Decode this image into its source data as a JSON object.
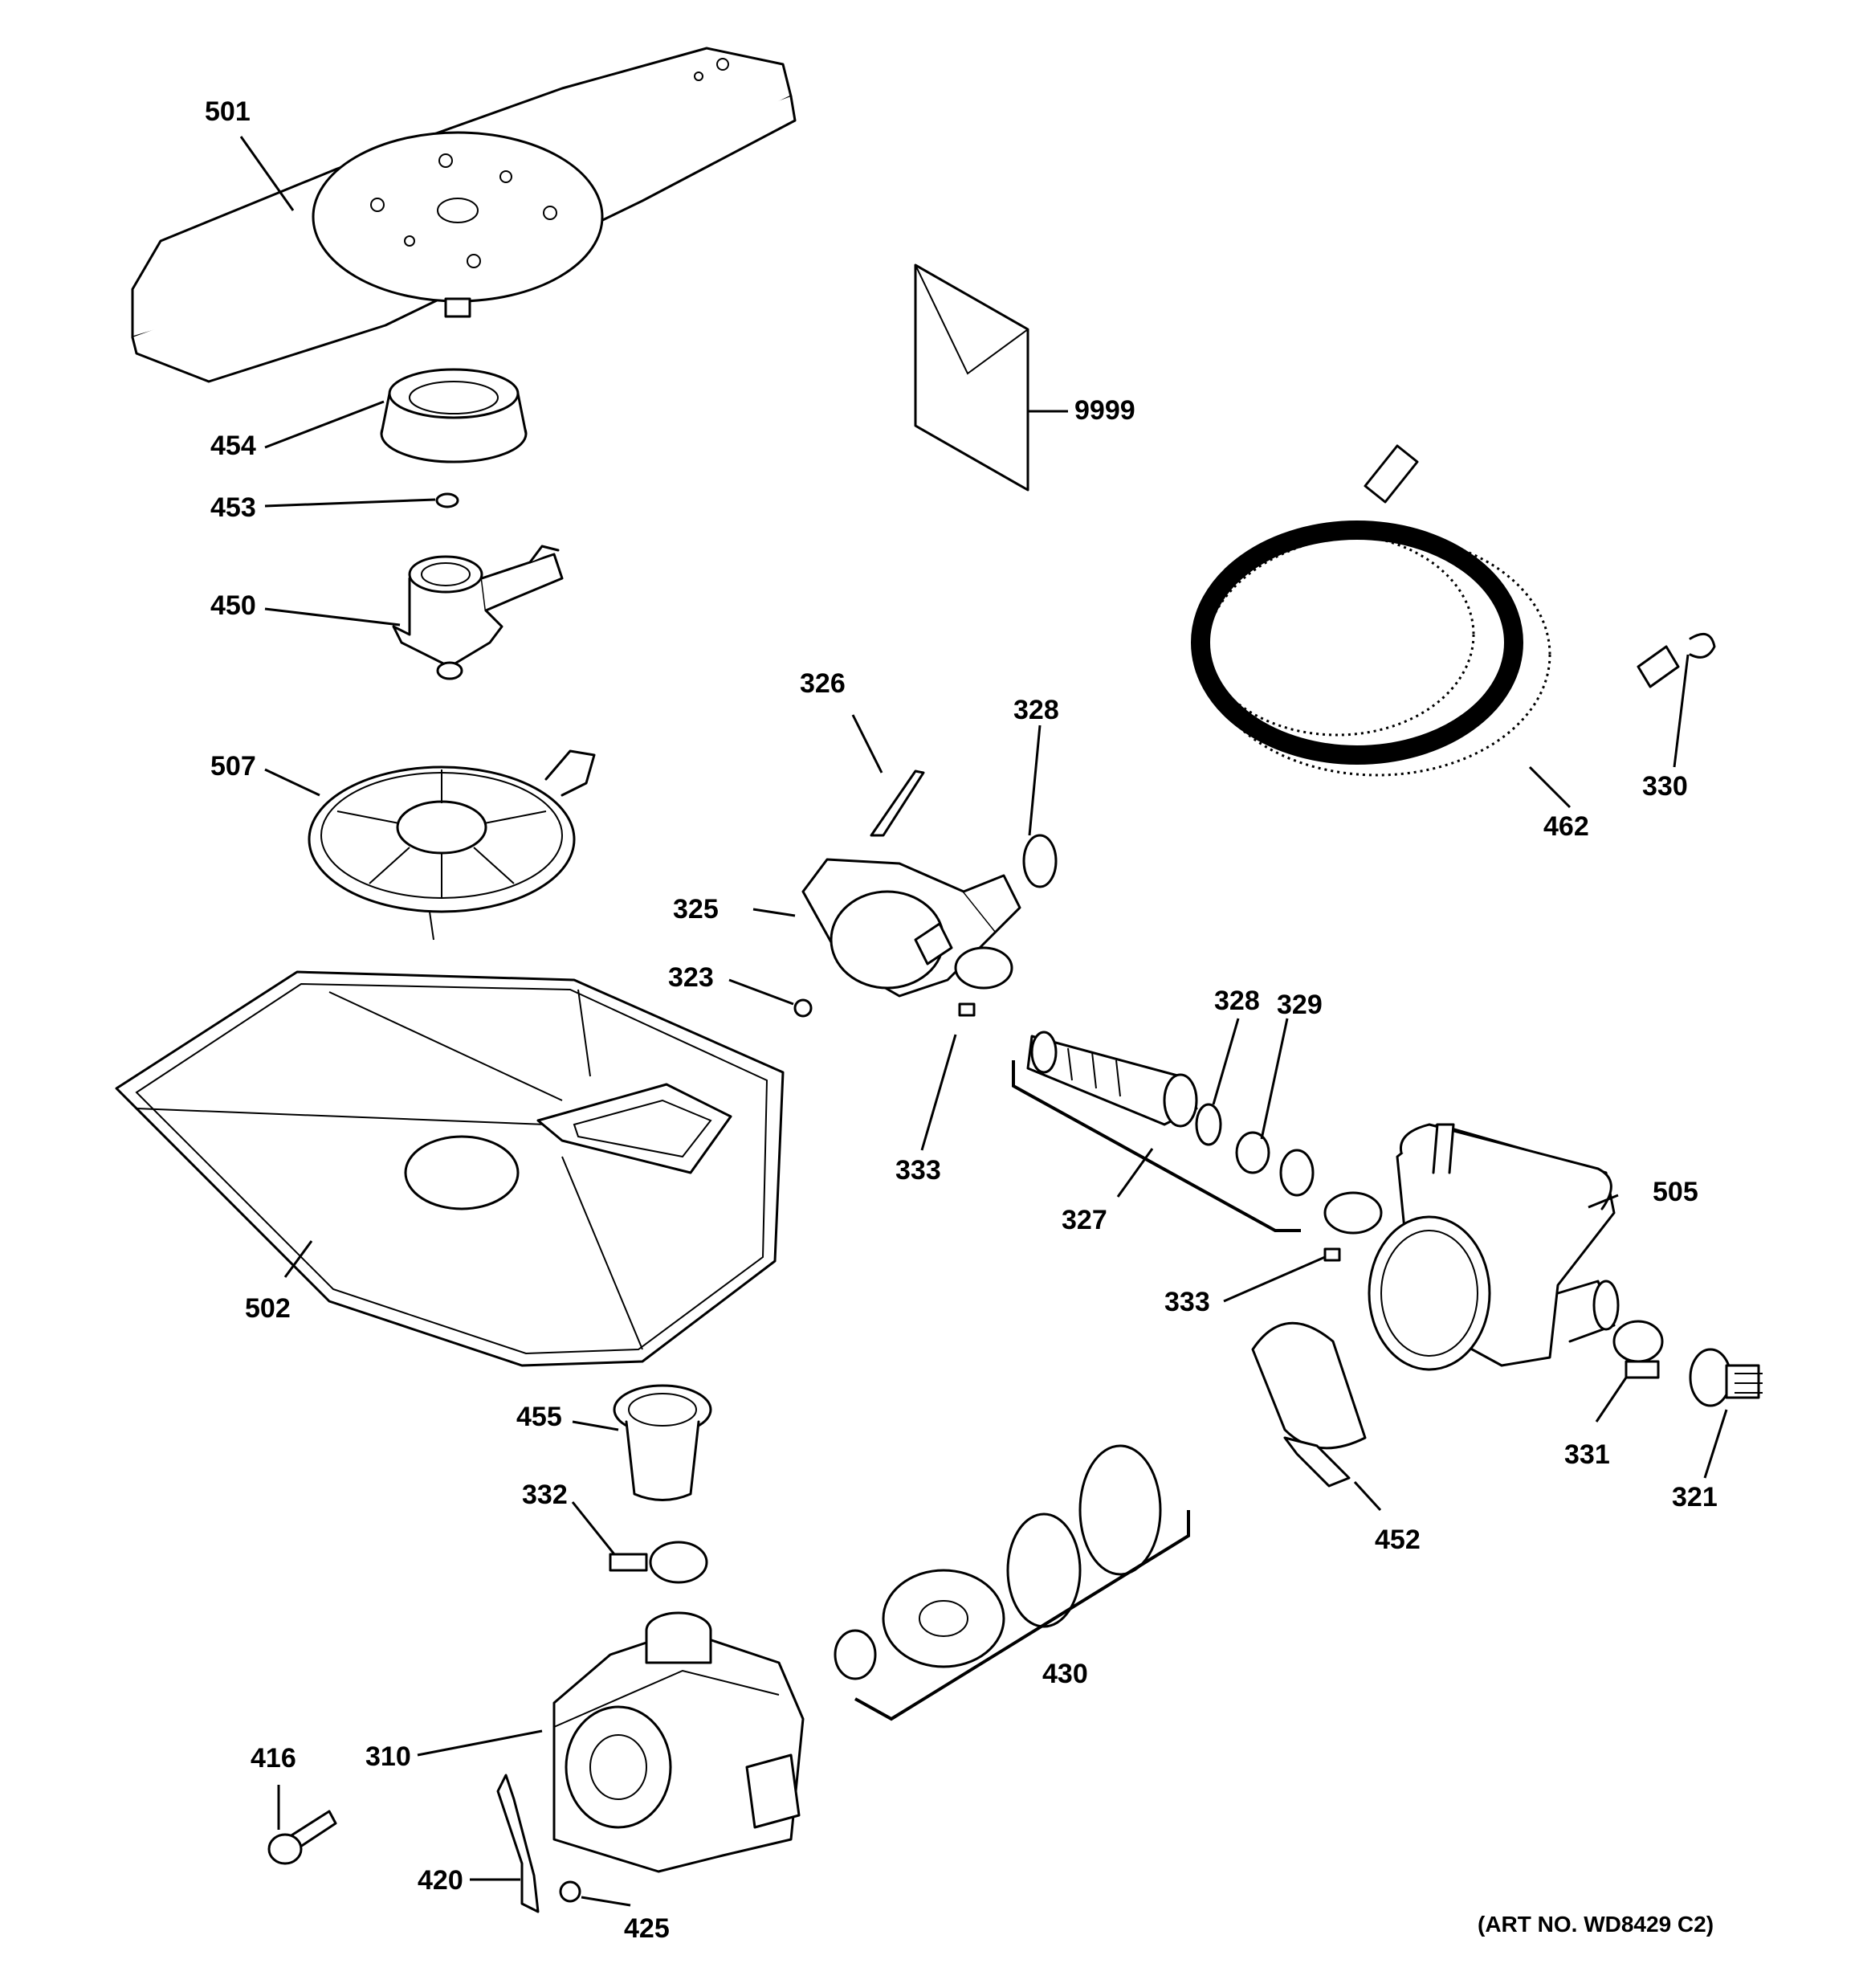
{
  "diagram": {
    "art_number": "(ART NO. WD8429 C2)",
    "callouts": {
      "c501": "501",
      "c454": "454",
      "c453": "453",
      "c450": "450",
      "c507": "507",
      "c502": "502",
      "c9999": "9999",
      "c462": "462",
      "c330": "330",
      "c326": "326",
      "c328a": "328",
      "c325": "325",
      "c323": "323",
      "c333a": "333",
      "c327": "327",
      "c328b": "328",
      "c329": "329",
      "c505": "505",
      "c333b": "333",
      "c452": "452",
      "c331": "331",
      "c321": "321",
      "c455": "455",
      "c332": "332",
      "c430": "430",
      "c310": "310",
      "c416": "416",
      "c420": "420",
      "c425": "425"
    }
  }
}
